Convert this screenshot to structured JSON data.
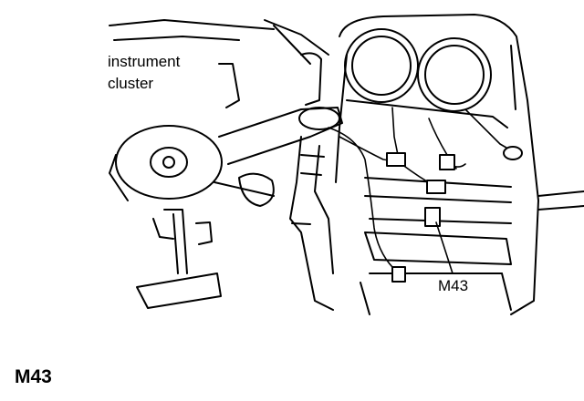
{
  "labels": {
    "instrument_cluster_line1": "instrument",
    "instrument_cluster_line2": "cluster",
    "connector": "M43"
  },
  "figure": {
    "title": "M43"
  }
}
